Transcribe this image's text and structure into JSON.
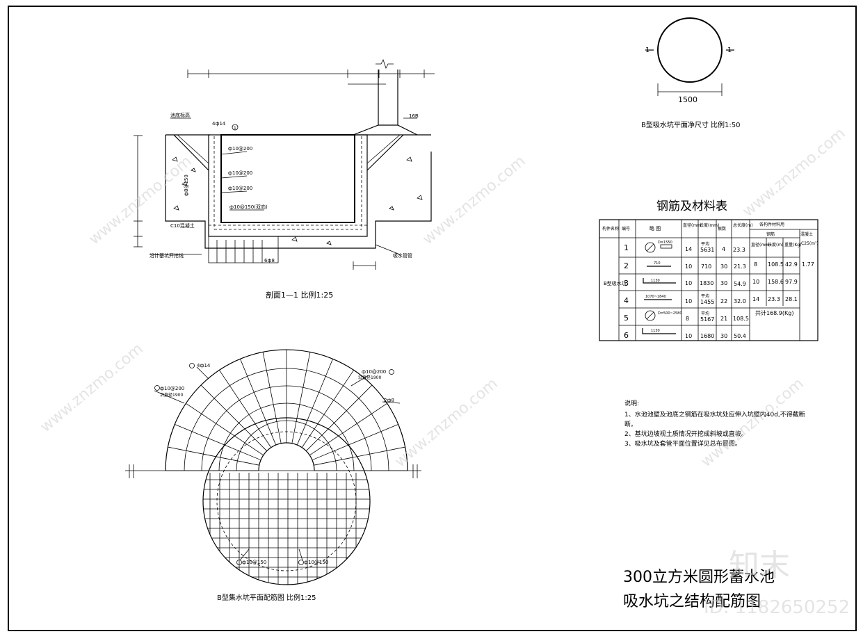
{
  "section": {
    "title": "剖面1—1  比例1:25",
    "labels": {
      "pool_floor": "池底标高",
      "top_bar": "4ф14",
      "bar1": "ф10@200",
      "bar2": "ф10@200",
      "bar3": "ф10@200",
      "bar4": "ф10@150(双向)",
      "bar_vertical": "ф8@150",
      "c10": "C10混凝土",
      "trench": "沿计基坑开挖线",
      "bottom_bar": "6ф8",
      "right_top": "16B",
      "right_pipe": "吸水管管",
      "circle_mark": "1"
    }
  },
  "plan_net": {
    "title": "B型吸水坑平面净尺寸  比例1:50",
    "dimension": "1500",
    "mark_left": "1",
    "mark_right": "1"
  },
  "table": {
    "title": "钢筋及材料表",
    "headers": [
      "构件名称",
      "编号",
      "略  图",
      "直径(mm)",
      "长度(mm)",
      "根数",
      "总长度(m)"
    ],
    "group_header": "各构件材料用",
    "sub_group": "钢筋",
    "concrete_header": "混凝土",
    "sub_headers": [
      "直径(mm)",
      "长度(m)",
      "重量(Kg)"
    ],
    "concrete_unit": "C25(m³)",
    "component": "B型吸水坑",
    "rows": [
      {
        "no": "1",
        "sketch": "D=1550",
        "dia": "14",
        "len_note": "平均",
        "len": "5631",
        "count": "4",
        "total": "23.3"
      },
      {
        "no": "2",
        "sketch": "710",
        "dia": "10",
        "len_note": "",
        "len": "710",
        "count": "30",
        "total": "21.3"
      },
      {
        "no": "3",
        "sketch": "1130",
        "dia": "10",
        "len_note": "",
        "len": "1830",
        "count": "30",
        "total": "54.9"
      },
      {
        "no": "4",
        "sketch": "1070~1840",
        "dia": "10",
        "len_note": "平均",
        "len": "1455",
        "count": "22",
        "total": "32.0"
      },
      {
        "no": "5",
        "sketch": "D=500~2580",
        "dia": "8",
        "len_note": "平均",
        "len": "5167",
        "count": "21",
        "total": "108.5"
      },
      {
        "no": "6",
        "sketch": "1130",
        "dia": "10",
        "len_note": "",
        "len": "1680",
        "count": "30",
        "total": "50.4"
      }
    ],
    "summary": [
      {
        "dia": "8",
        "len": "108.5",
        "wt": "42.9"
      },
      {
        "dia": "10",
        "len": "158.6",
        "wt": "97.9"
      },
      {
        "dia": "14",
        "len": "23.3",
        "wt": "28.1"
      }
    ],
    "concrete_value": "1.77",
    "total": "共计168.9(Kg)"
  },
  "notes": {
    "heading": "说明:",
    "items": [
      "1、水池池壁及池底之钢筋在吸水坑处应伸入坑壁内40d,不得截断",
      "断。",
      "2、基坑边坡视土质情况开挖成斜坡或直坡。",
      "3、吸水坑及套管平面位置详见总布置图。"
    ]
  },
  "plan_rebar": {
    "title": "B型集水坑平面配筋图  比例1:25",
    "labels": {
      "top": "4ф14",
      "left_bar": "ф10@200",
      "left_note": "沿直径1900",
      "right_bar": "ф10@200",
      "right_note": "沿直径1900",
      "right_side": "2ф8",
      "bottom_left": "ф10@150",
      "bottom_right": "ф10@150"
    }
  },
  "titleblock": {
    "line1": "300立方米圆形蓄水池",
    "line2": "吸水坑之结构配筋图",
    "logo": "知末",
    "id": "ID: 1182650252"
  },
  "watermark": "www.znzmo.com"
}
